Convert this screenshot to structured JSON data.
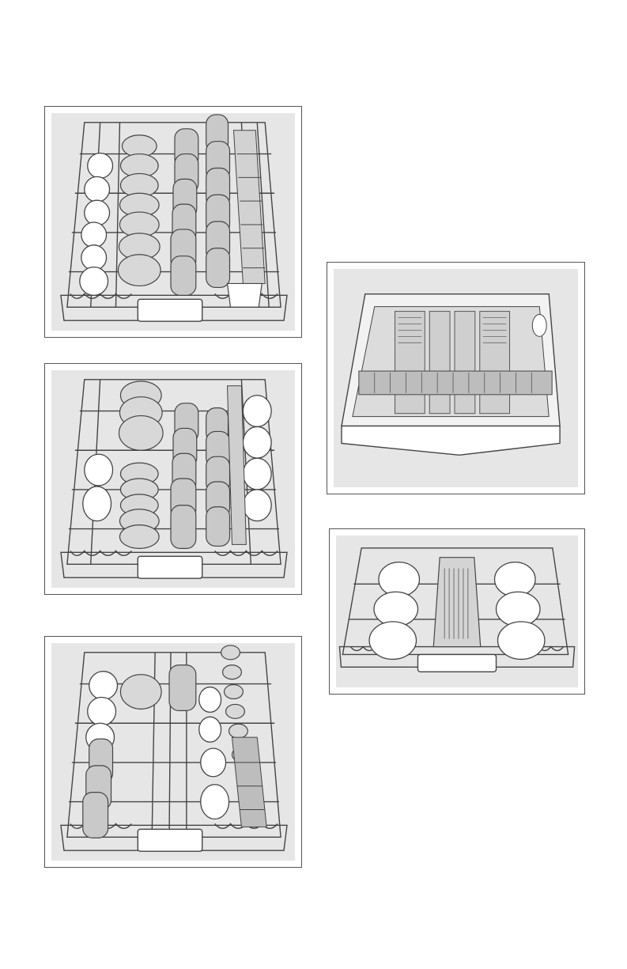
{
  "page": {
    "background": "#ffffff",
    "panel_border_color": "#555555",
    "illustration_background": "#e6e6e6"
  },
  "illustrations": [
    {
      "id": "upper-rack-plates-glasses",
      "icon": "dishwasher-upper-rack-icon"
    },
    {
      "id": "upper-rack-cups-plates",
      "icon": "dishwasher-upper-rack-icon"
    },
    {
      "id": "upper-rack-glasses-cups",
      "icon": "dishwasher-upper-rack-icon"
    },
    {
      "id": "cutlery-drawer",
      "icon": "cutlery-drawer-icon"
    },
    {
      "id": "upper-rack-bowls-cutlery",
      "icon": "dishwasher-rack-icon"
    }
  ]
}
